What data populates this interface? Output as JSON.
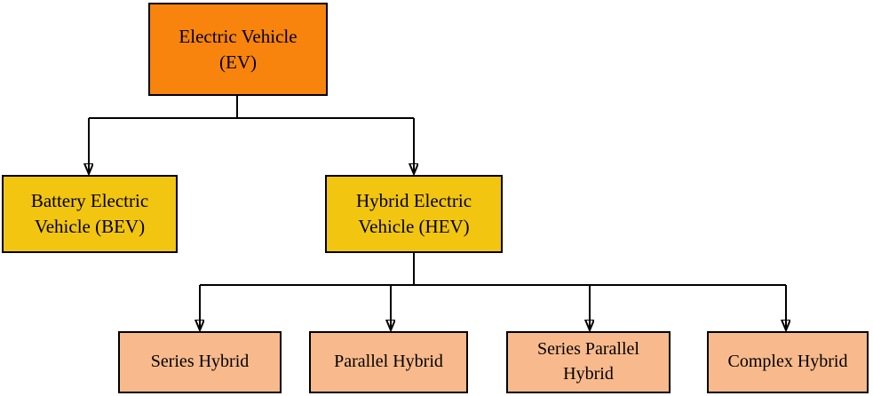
{
  "diagram": {
    "title": "Electric Vehicle classification tree",
    "type": "flowchart-tree"
  },
  "colors": {
    "canvas_bg": "#ffffff",
    "root_fill": "#F8840D",
    "level2_fill": "#F2C511",
    "level3_fill": "#F8BA8C",
    "border": "#000000",
    "connector": "#000000",
    "text": "#000000"
  },
  "nodes": {
    "ev": {
      "label": "Electric Vehicle\n(EV)"
    },
    "bev": {
      "label": "Battery Electric\nVehicle (BEV)"
    },
    "hev": {
      "label": "Hybrid Electric\nVehicle (HEV)"
    },
    "series": {
      "label": "Series Hybrid"
    },
    "parallel": {
      "label": "Parallel Hybrid"
    },
    "series_parallel": {
      "label": "Series Parallel\nHybrid"
    },
    "complex": {
      "label": "Complex Hybrid"
    }
  },
  "edges": [
    {
      "from": "ev",
      "to": "bev"
    },
    {
      "from": "ev",
      "to": "hev"
    },
    {
      "from": "hev",
      "to": "series"
    },
    {
      "from": "hev",
      "to": "parallel"
    },
    {
      "from": "hev",
      "to": "series_parallel"
    },
    {
      "from": "hev",
      "to": "complex"
    }
  ]
}
